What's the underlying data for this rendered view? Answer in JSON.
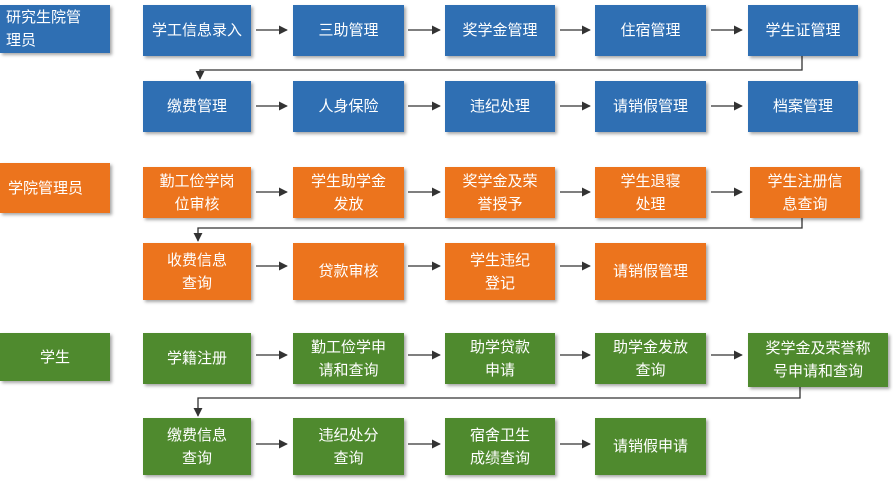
{
  "roles": [
    {
      "label": "研究生院管\n理员",
      "row1": [
        "学工信息录入",
        "三助管理",
        "奖学金管理",
        "住宿管理",
        "学生证管理"
      ],
      "row2": [
        "缴费管理",
        "人身保险",
        "违纪处理",
        "请销假管理",
        "档案管理"
      ]
    },
    {
      "label": "学院管理员",
      "row1": [
        "勤工俭学岗\n位审核",
        "学生助学金\n发放",
        "奖学金及荣\n誉授予",
        "学生退寝\n处理",
        "学生注册信\n息查询"
      ],
      "row2": [
        "收费信息\n查询",
        "贷款审核",
        "学生违纪\n登记",
        "请销假管理"
      ]
    },
    {
      "label": "学生",
      "row1": [
        "学籍注册",
        "勤工俭学申\n请和查询",
        "助学贷款\n申请",
        "助学金发放\n查询",
        "奖学金及荣誉称\n号申请和查询"
      ],
      "row2": [
        "缴费信息\n查询",
        "违纪处分\n查询",
        "宿舍卫生\n成绩查询",
        "请销假申请"
      ]
    }
  ],
  "colors": {
    "admin": "#2f6fb3",
    "college": "#ec741d",
    "student": "#4f8a2e",
    "arrow": "#333333"
  }
}
